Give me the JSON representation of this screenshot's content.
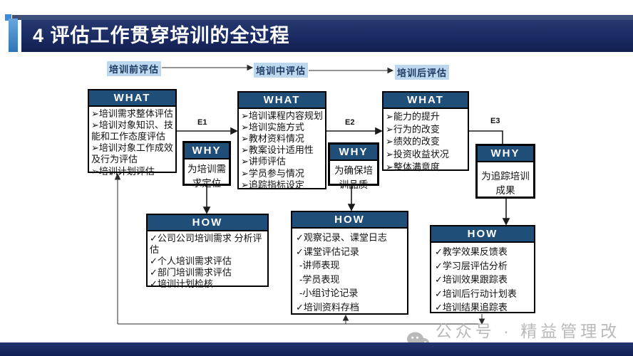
{
  "slide": {
    "title": "4 评估工作贯穿培训的全过程"
  },
  "phases": {
    "pre": "培训前评估",
    "during": "培训中评估",
    "post": "培训后评估"
  },
  "edge_labels": {
    "e1": "E1",
    "e2": "E2",
    "e3": "E3"
  },
  "columns": [
    {
      "what": {
        "header": "WHAT",
        "items": [
          "➢培训需求整体评估",
          "➢培训对象知识、技能和工作态度评估",
          "➢培训对象工作成效及行为评估",
          "➢培训计划评估"
        ]
      },
      "why": {
        "header": "WHY",
        "text": "为培训需求定位"
      },
      "how": {
        "header": "HOW",
        "items": [
          "✓公司公司培训需求 分析评估",
          "✓个人培训需求评估",
          "✓部门培训需求评估",
          "✓培训计划检核"
        ]
      }
    },
    {
      "what": {
        "header": "WHAT",
        "items": [
          "➢培训课程内容规划",
          "➢培训实施方式",
          "➢教材资料情况",
          "➢教案设计适用性",
          "➢讲师评估",
          "➢学员参与情况",
          "➢追踪指标设定"
        ]
      },
      "why": {
        "header": "WHY",
        "text": "为确保培训品质"
      },
      "how": {
        "header": "HOW",
        "items": [
          "✓观察记录、课堂日志",
          "✓课堂评估记录",
          "-讲师表现",
          "-学员表现",
          "-小组讨论记录",
          "✓培训资料存档"
        ]
      }
    },
    {
      "what": {
        "header": "WHAT",
        "items": [
          "➢能力的提升",
          "➢行为的改变",
          "➢绩效的改变",
          "➢投资收益状况",
          "➢整体满意度"
        ]
      },
      "why": {
        "header": "WHY",
        "text": "为追踪培训成果"
      },
      "how": {
        "header": "HOW",
        "items": [
          "✓教学效果反馈表",
          "✓学习层评估分析",
          "✓培训效果跟踪表",
          "✓培训后行动计划表",
          "✓培训结果追踪表"
        ]
      }
    }
  ],
  "watermark": {
    "icon": "wechat-icon",
    "text": "公众号 · 精益管理改善"
  },
  "colors": {
    "title_bar": "#1a2a62",
    "box_header": "#1f4e79",
    "phase_bg": "#bdd7ee",
    "phase_text": "#17365d",
    "accent_blue": "#2e75b6",
    "watermark_gray": "#b9b9b9",
    "line": "#2b2b2b"
  }
}
